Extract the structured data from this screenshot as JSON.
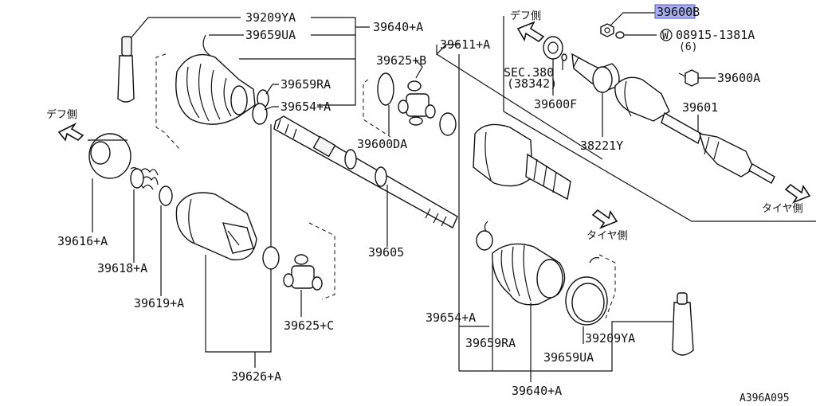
{
  "diagram_code": "A396A095",
  "labels": {
    "p39209YA_top": "39209YA",
    "p39659UA_top": "39659UA",
    "p39640A_top": "39640+A",
    "p39659RA_top": "39659RA",
    "p39654A_top": "39654+A",
    "p39625B": "39625+B",
    "p39611A": "39611+A",
    "p39600DA": "39600DA",
    "p39616A": "39616+A",
    "p39618A": "39618+A",
    "p39619A": "39619+A",
    "p39605": "39605",
    "p39625C": "39625+C",
    "p39626A": "39626+A",
    "p39654A_bot": "39654+A",
    "p39659RA_bot": "39659RA",
    "p39209YA_bot": "39209YA",
    "p39659UA_bot": "39659UA",
    "p39640A_bot": "39640+A",
    "p39600B": "39600B",
    "p08915": "08915-1381A",
    "p08915_qty": "(6)",
    "w_mark": "W",
    "sec_380": "SEC.380",
    "sec_380_ref": "(38342)",
    "p39600F": "39600F",
    "p38221Y": "38221Y",
    "p39600A": "39600A",
    "p39601": "39601"
  },
  "direction_labels": {
    "diff_side_left": "デフ側",
    "diff_side_top": "デフ側",
    "tire_side_mid": "タイヤ側",
    "tire_side_right": "タイヤ側"
  },
  "highlighted_part": "39600B",
  "colors": {
    "highlight": "#a8aef0",
    "ink": "#111111"
  }
}
